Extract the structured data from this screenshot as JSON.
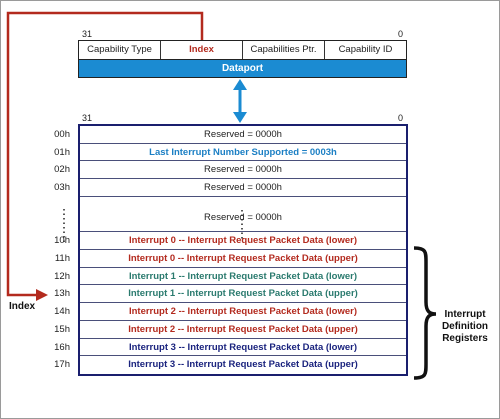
{
  "capability": {
    "bit_high": "31",
    "bit_low": "0",
    "fields": [
      "Capability Type",
      "Index",
      "Capabilities Ptr.",
      "Capability ID"
    ],
    "dataport": "Dataport"
  },
  "table": {
    "bit_high": "31",
    "bit_low": "0",
    "rows": [
      {
        "offset": "00h",
        "text": "Reserved = 0000h",
        "color": "#222222",
        "bold": false
      },
      {
        "offset": "01h",
        "text": "Last Interrupt Number Supported = 0003h",
        "color": "#1b7fc4",
        "bold": true
      },
      {
        "offset": "02h",
        "text": "Reserved = 0000h",
        "color": "#222222",
        "bold": false
      },
      {
        "offset": "03h",
        "text": "Reserved = 0000h",
        "color": "#222222",
        "bold": false
      },
      {
        "offset": "",
        "text": "Reserved = 0000h",
        "color": "#222222",
        "bold": false
      },
      {
        "offset": "10h",
        "text": "Interrupt 0 -- Interrupt Request Packet Data (lower)",
        "color": "#b32a1e",
        "bold": true
      },
      {
        "offset": "11h",
        "text": "Interrupt 0 -- Interrupt Request Packet Data (upper)",
        "color": "#b32a1e",
        "bold": true
      },
      {
        "offset": "12h",
        "text": "Interrupt 1 -- Interrupt Request Packet Data (lower)",
        "color": "#2a7a6e",
        "bold": true
      },
      {
        "offset": "13h",
        "text": "Interrupt 1 -- Interrupt Request Packet Data (upper)",
        "color": "#2a7a6e",
        "bold": true
      },
      {
        "offset": "14h",
        "text": "Interrupt 2 -- Interrupt Request Packet Data (lower)",
        "color": "#b32a1e",
        "bold": true
      },
      {
        "offset": "15h",
        "text": "Interrupt 2 -- Interrupt Request Packet Data (upper)",
        "color": "#b32a1e",
        "bold": true
      },
      {
        "offset": "16h",
        "text": "Interrupt 3 -- Interrupt Request Packet Data (lower)",
        "color": "#1a237e",
        "bold": true
      },
      {
        "offset": "17h",
        "text": "Interrupt 3 -- Interrupt Request Packet Data (upper)",
        "color": "#1a237e",
        "bold": true
      }
    ]
  },
  "labels": {
    "index": "Index",
    "brace_line1": "Interrupt",
    "brace_line2": "Definition",
    "brace_line3": "Registers"
  },
  "colors": {
    "index_arrow": "#b32a1e",
    "dataport_blue": "#1b8bd2",
    "index_field": "#b32a1e",
    "table_border": "#1a1f6e"
  }
}
